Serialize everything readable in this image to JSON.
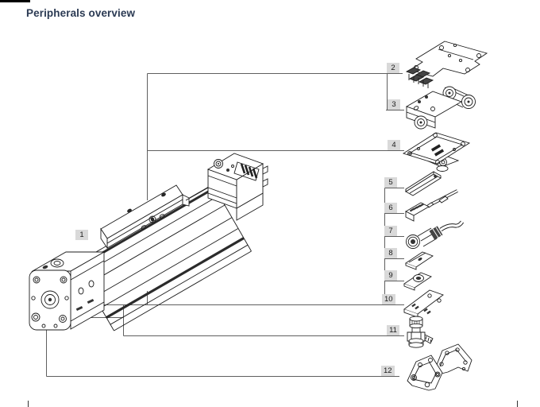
{
  "title": "Peripherals overview",
  "callouts": [
    {
      "num": "1"
    },
    {
      "num": "2"
    },
    {
      "num": "3"
    },
    {
      "num": "4"
    },
    {
      "num": "5"
    },
    {
      "num": "6"
    },
    {
      "num": "7"
    },
    {
      "num": "8"
    },
    {
      "num": "9"
    },
    {
      "num": "10"
    },
    {
      "num": "11"
    },
    {
      "num": "12"
    }
  ],
  "colors": {
    "title_text": "#2b3a53",
    "label_background": "#d9d9d9",
    "label_text": "#1a1a1a",
    "callout_line": "#5f5f5f",
    "drawing_line": "#1c1c1c"
  }
}
